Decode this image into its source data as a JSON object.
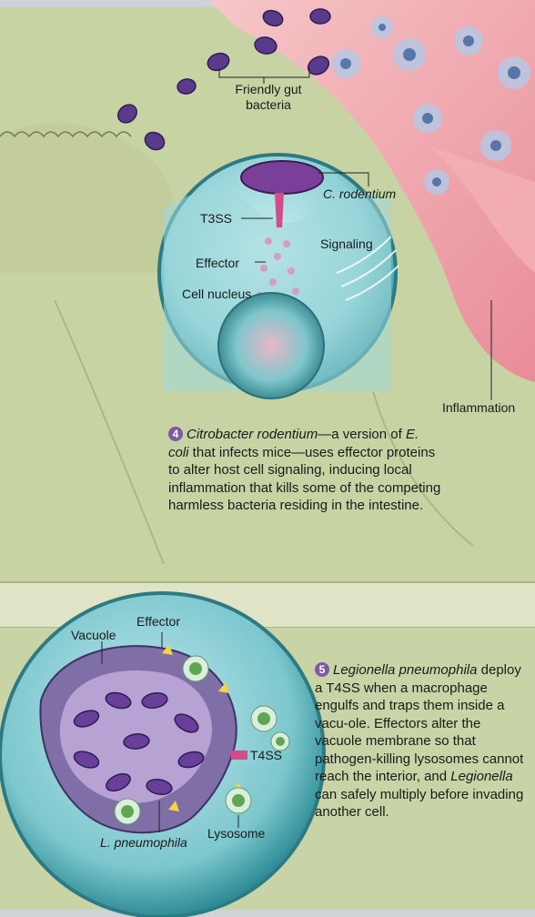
{
  "panel4": {
    "labels": {
      "friendly_bacteria": "Friendly gut\nbacteria",
      "c_rodentium": "C. rodentium",
      "t3ss": "T3SS",
      "signaling": "Signaling",
      "effector": "Effector",
      "cell_nucleus": "Cell nucleus",
      "inflammation": "Inflammation"
    },
    "caption": {
      "number": "4",
      "species": "Citrobacter rodentium",
      "text1": "—a version of",
      "ecoli": "E. coli",
      "text2": " that infects mice—uses effector proteins to alter host cell signaling, inducing local inflammation that kills some of the competing harmless bacteria residing in the intestine."
    }
  },
  "panel5": {
    "labels": {
      "vacuole": "Vacuole",
      "effector": "Effector",
      "t4ss": "T4SS",
      "lysosome": "Lysosome",
      "l_pneumophila": "L. pneumophila"
    },
    "caption": {
      "number": "5",
      "species": "Legionella pneumophila",
      "text1": " deploy a T4SS when a macrophage engulfs and traps them inside a vacu-ole. Effectors alter the vacuole membrane so that pathogen-killing lysosomes cannot reach the interior, and ",
      "genus": "Legionella",
      "text2": " can safely multiply before invading another cell."
    }
  },
  "colors": {
    "tissue_green": "#c9d2a4",
    "lens_blue": "#7fc9cf",
    "bacteria_purple": "#6b3f8c",
    "inflammation_pink": "#f0a8ae",
    "badge_purple": "#7b5aa6"
  }
}
